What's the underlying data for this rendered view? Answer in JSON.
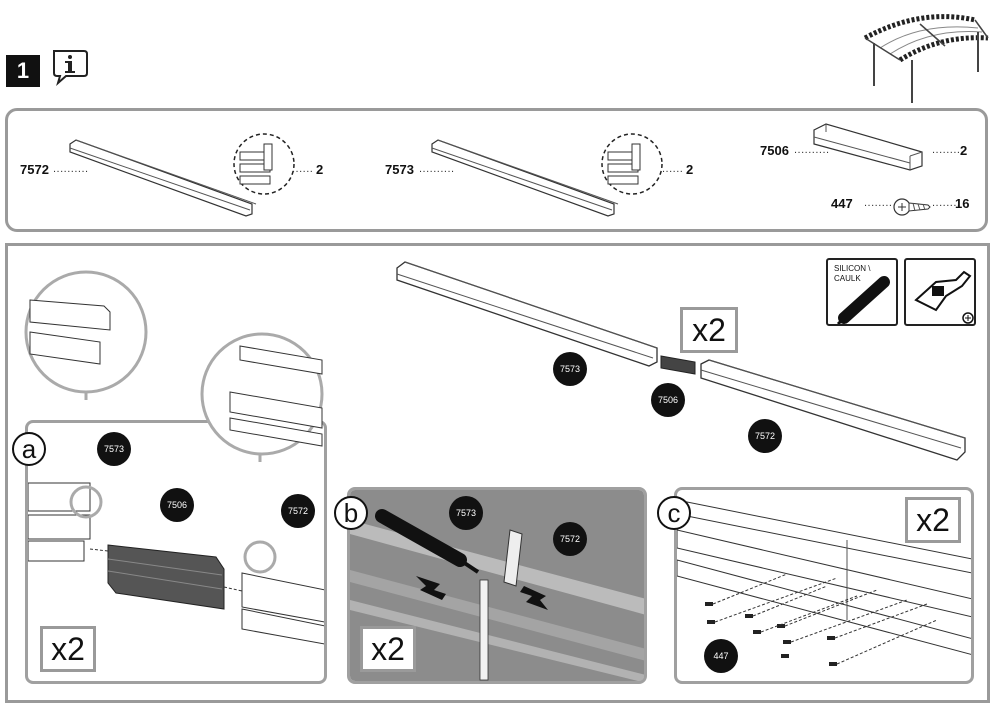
{
  "step": {
    "number": "1"
  },
  "parts": [
    {
      "code": "7572",
      "qty": "2"
    },
    {
      "code": "7573",
      "qty": "2"
    },
    {
      "code": "7506",
      "qty": "2"
    },
    {
      "code": "447",
      "qty": "16"
    }
  ],
  "tools": {
    "silicon_label": "SILICON \\ CAULK"
  },
  "main": {
    "multiplier": "x2",
    "badges": {
      "b7573": "7573",
      "b7506": "7506",
      "b7572": "7572"
    }
  },
  "detail_a": {
    "letter": "a",
    "multiplier": "x2",
    "badges": {
      "b7573": "7573",
      "b7506": "7506",
      "b7572": "7572"
    }
  },
  "detail_b": {
    "letter": "b",
    "multiplier": "x2",
    "badges": {
      "b7573": "7573",
      "b7572": "7572"
    }
  },
  "detail_c": {
    "letter": "c",
    "multiplier": "x2",
    "badges": {
      "b447": "447"
    }
  }
}
